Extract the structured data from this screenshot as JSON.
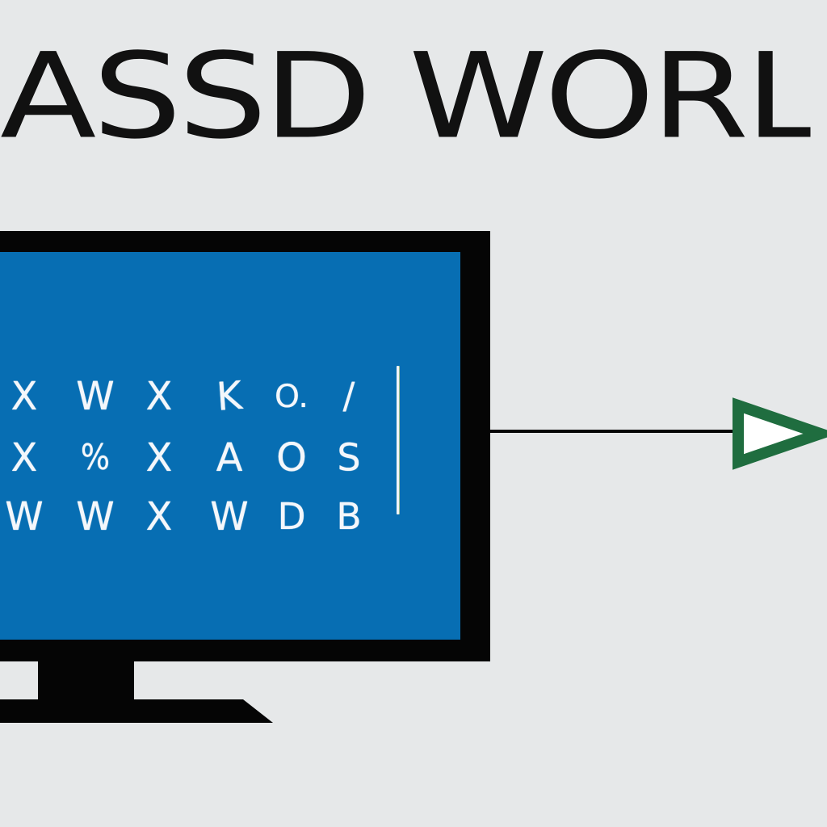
{
  "title": "ASSD WORLDSS",
  "screen": {
    "rows": [
      [
        "X",
        "W",
        "X",
        "K",
        "O.",
        "/"
      ],
      [
        "X",
        "%",
        "X",
        "A",
        "O",
        "S"
      ],
      [
        "W",
        "W",
        "X",
        "W",
        "D",
        "B"
      ]
    ]
  },
  "colors": {
    "background": "#e6e8e9",
    "monitor_frame": "#050505",
    "screen": "#076eb3",
    "glyph": "#f4f7fb",
    "arrow": "#1f6d3f",
    "connector": "#050505"
  },
  "icons": {
    "monitor": "monitor-icon",
    "arrow": "triangle-arrow-icon"
  }
}
